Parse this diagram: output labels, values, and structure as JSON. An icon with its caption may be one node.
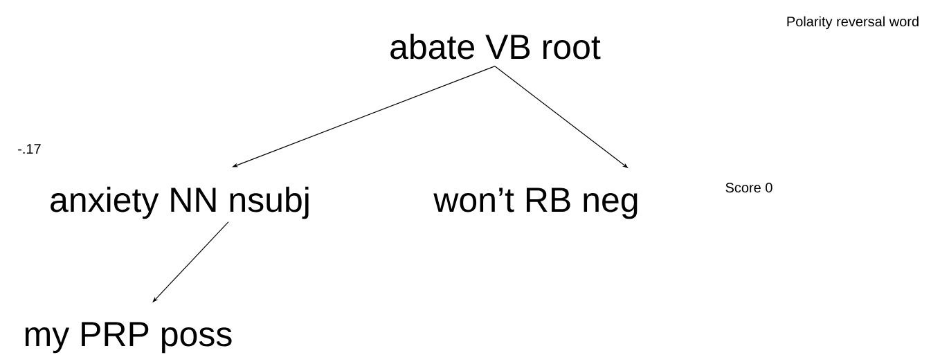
{
  "diagram": {
    "nodes": [
      {
        "text": [
          "abate VB root"
        ]
      },
      {
        "text": [
          "anxiety NN nsubj"
        ],
        "beside": [
          "-.17"
        ]
      },
      {
        "text": [
          "won’t RB neg"
        ]
      },
      {
        "text": [
          "my PRP poss"
        ]
      }
    ],
    "edges": [
      {
        "from": 0,
        "to": 1,
        "arrow": "to"
      },
      {
        "from": 0,
        "to": 2,
        "arrow": "to"
      },
      {
        "from": 1,
        "to": 3,
        "arrow": "to"
      }
    ],
    "labels": [
      "Polarity reversal word",
      "Score 0"
    ]
  }
}
